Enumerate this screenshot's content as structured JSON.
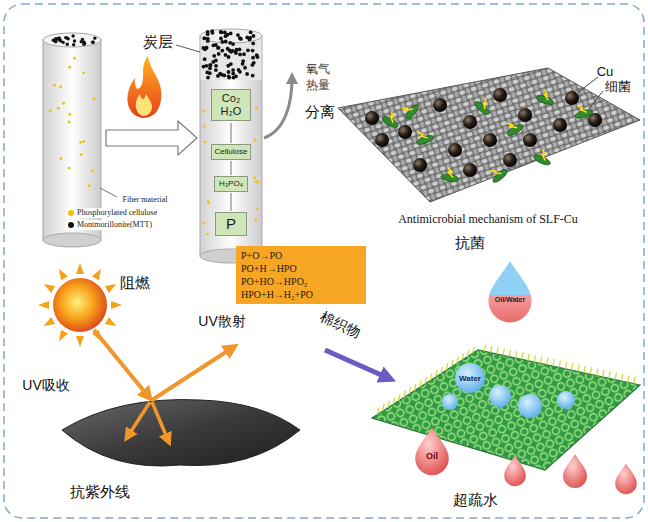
{
  "diagram": {
    "nodes": [
      {
        "text": [
          "Co₂ H₂O"
        ]
      },
      {
        "text": [
          "Cellulose"
        ]
      },
      {
        "text": [
          "H₃PO₄"
        ]
      },
      {
        "text": [
          "P"
        ]
      },
      {
        "text": [
          "P+O→PO",
          "PO+H→HPO",
          "PO+HO→HPO₂",
          "HPO+H→H₂+PO"
        ]
      }
    ],
    "labels": [
      "炭层",
      "Fiber material",
      "氧气",
      "热量",
      "分离",
      "阻燃",
      "Cu",
      "细菌",
      "Antimicrobial mechanism of SLF-Cu",
      "抗菌",
      "UV散射",
      "UV吸收",
      "抗紫外线",
      "棉织物",
      "Oil/Water",
      "Water",
      "Oil",
      "超疏水"
    ],
    "legend": [
      {
        "text": "Phosphorylated cellulose",
        "color": "#f2c200"
      },
      {
        "text": "Montmorillonite(MTT)",
        "color": "#111111"
      }
    ]
  }
}
